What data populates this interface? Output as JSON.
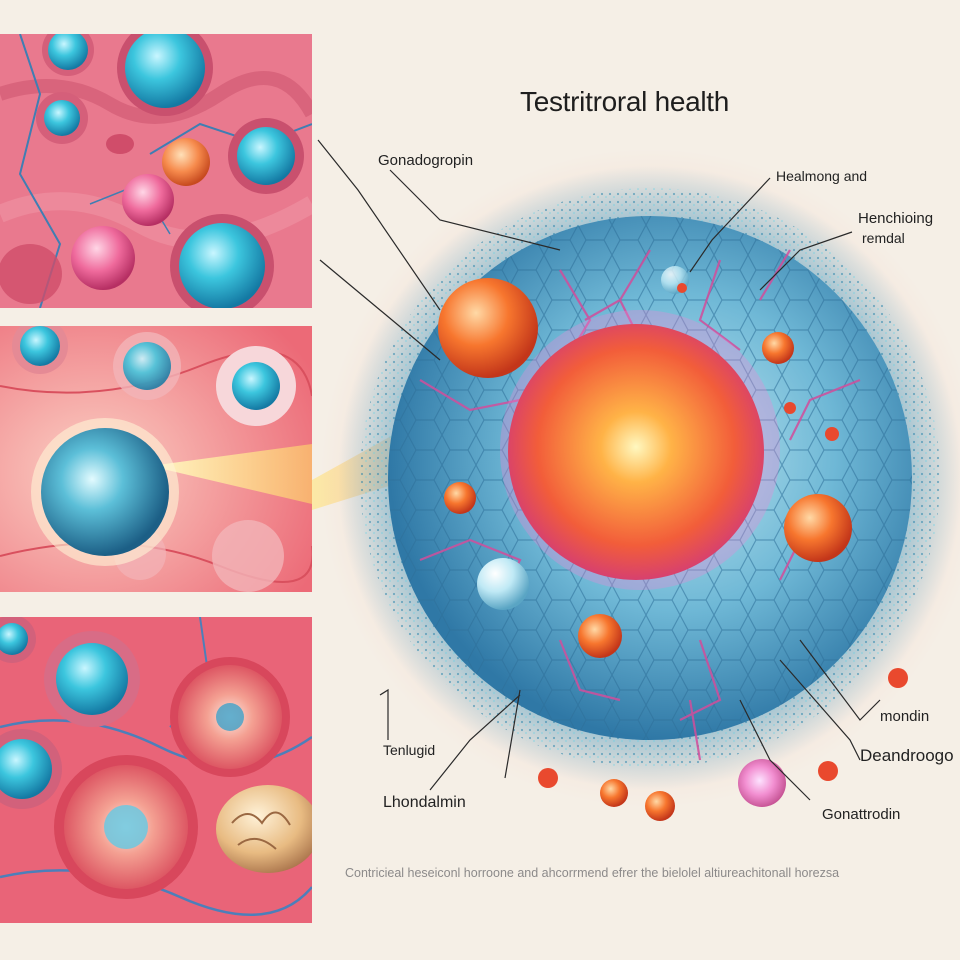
{
  "title": "Testritroral health",
  "labels": {
    "gonadogropin": "Gonadogropin",
    "healmong": "Healmong and",
    "henchioing": "Henchioing",
    "remdal": "remdal",
    "mondin": "mondin",
    "deandroogo": "Deandroogo",
    "gonattrodin": "Gonattrodin",
    "enlugid": "Tenlugid",
    "lhondalmin": "Lhondalmin"
  },
  "caption": "Contricieal heseiconl horroone and ahcorrmend efrer the bielolel altiureachitonall horezsa",
  "colors": {
    "background": "#f5efe6",
    "tissue_pink": "#e8697d",
    "cell_cyan": "#35c4dc",
    "nucleus_orange": "#f76b2c",
    "membrane_blue": "#3e8fb5",
    "vessel_magenta": "#d24d9b",
    "leader_line": "#2a2a2a"
  }
}
